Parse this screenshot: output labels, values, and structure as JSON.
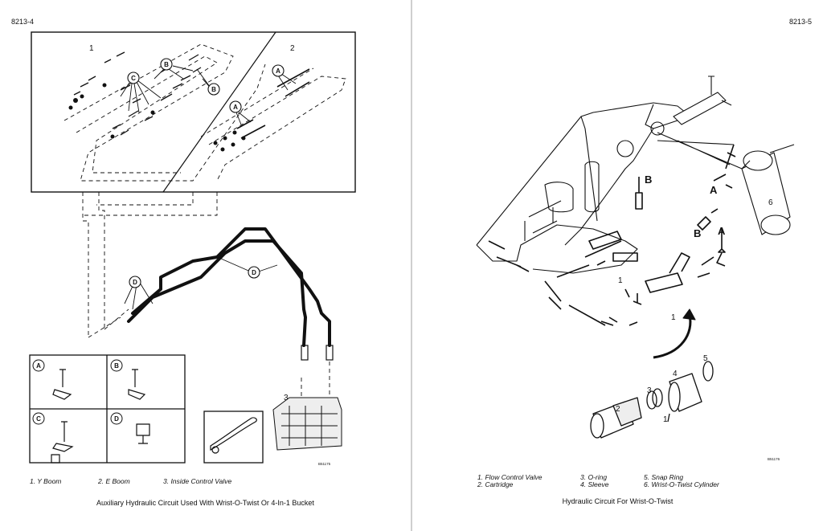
{
  "left": {
    "page_number": "8213-4",
    "figure_labels": {
      "n1": "1",
      "n2": "2",
      "n3": "3",
      "A": "A",
      "B": "B",
      "C": "C",
      "D": "D"
    },
    "figure_code": "B51175",
    "legend": [
      "1.  Y Boom",
      "2.  E Boom",
      "3.  Inside Control Valve"
    ],
    "caption": "Auxiliary Hydraulic Circuit Used With Wrist-O-Twist Or 4-In-1 Bucket"
  },
  "right": {
    "page_number": "8213-5",
    "figure_labels": {
      "n1": "1",
      "n2": "2",
      "n3": "3",
      "n4": "4",
      "n5": "5",
      "n6": "6",
      "A": "A",
      "B": "B"
    },
    "figure_code": "B51176",
    "legend": [
      "1.  Flow Control Valve",
      "2.  Cartridge",
      "3.  O-ring",
      "4.  Sleeve",
      "5.  Snap Ring",
      "6.  Wrist-O-Twist Cylinder"
    ],
    "caption": "Hydraulic Circuit For Wrist-O-Twist"
  }
}
